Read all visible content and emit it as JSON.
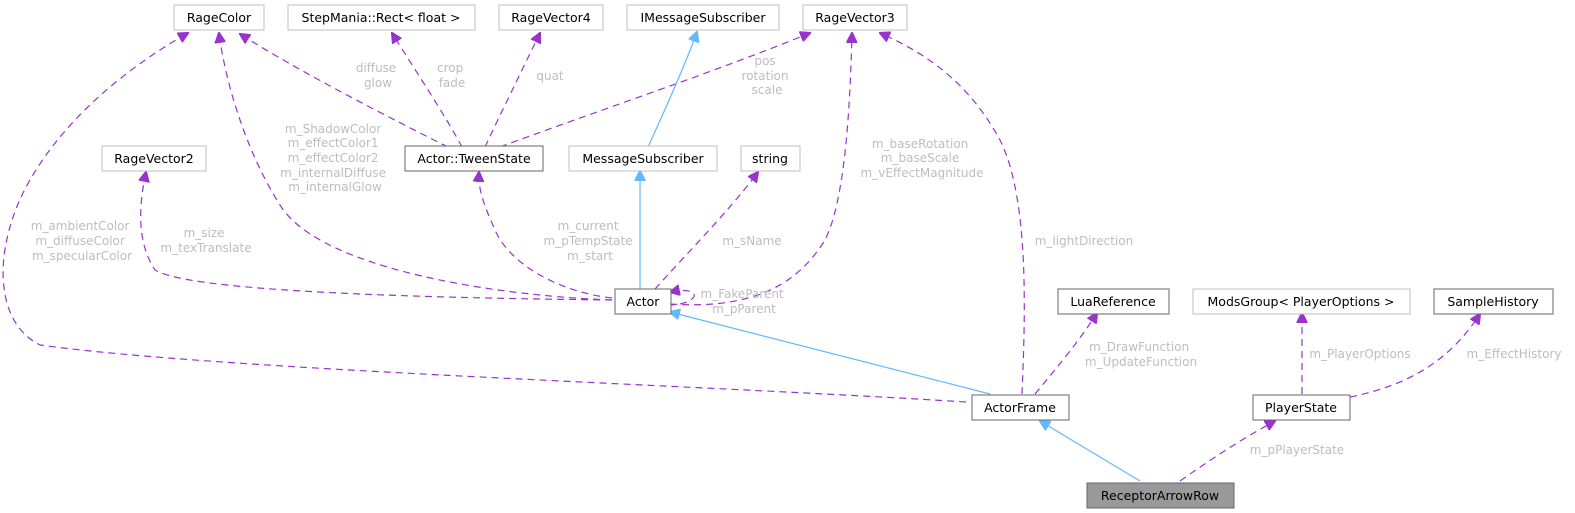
{
  "diagram": {
    "title": "ReceptorArrowRow collaboration graph",
    "colors": {
      "usage_edge": "#9a32cd",
      "inherit_edge": "#63b8ff",
      "label_text": "#bdbdbd",
      "focus_fill": "#999999",
      "grey_border": "#bfbfbf",
      "dark_border": "#666666"
    },
    "nodes": {
      "RageColor": "RageColor",
      "StepManiaRect": "StepMania::Rect< float >",
      "RageVector4": "RageVector4",
      "IMessageSubscriber": "IMessageSubscriber",
      "RageVector3": "RageVector3",
      "RageVector2": "RageVector2",
      "TweenState": "Actor::TweenState",
      "MessageSubscriber": "MessageSubscriber",
      "string": "string",
      "Actor": "Actor",
      "LuaReference": "LuaReference",
      "ModsGroup": "ModsGroup< PlayerOptions >",
      "SampleHistory": "SampleHistory",
      "ActorFrame": "ActorFrame",
      "PlayerState": "PlayerState",
      "ReceptorArrowRow": "ReceptorArrowRow"
    },
    "edge_labels": {
      "tween_ragecolor": [
        "diffuse",
        "glow"
      ],
      "tween_rect": [
        "crop",
        "fade"
      ],
      "tween_vec4": [
        "quat"
      ],
      "tween_vec3": [
        "pos",
        "rotation",
        "scale"
      ],
      "actor_ragecolor": [
        "m_ShadowColor",
        "m_effectColor1",
        "m_effectColor2",
        "m_internalDiffuse",
        "m_internalGlow"
      ],
      "actorframe_ragecolor": [
        "m_ambientColor",
        "m_diffuseColor",
        "m_specularColor"
      ],
      "actor_vec2": [
        "m_size",
        "m_texTranslate"
      ],
      "actor_tween": [
        "m_current",
        "m_pTempState",
        "m_start"
      ],
      "actor_string": [
        "m_sName"
      ],
      "actor_vec3": [
        "m_baseRotation",
        "m_baseScale",
        "m_vEffectMagnitude"
      ],
      "actor_self": [
        "m_FakeParent",
        "m_pParent"
      ],
      "actorframe_vec3": [
        "m_lightDirection"
      ],
      "actorframe_lua": [
        "m_DrawFunction",
        "m_UpdateFunction"
      ],
      "playerstate_mods": [
        "m_PlayerOptions"
      ],
      "playerstate_sample": [
        "m_EffectHistory"
      ],
      "receptor_playerstate": [
        "m_pPlayerState"
      ]
    }
  }
}
